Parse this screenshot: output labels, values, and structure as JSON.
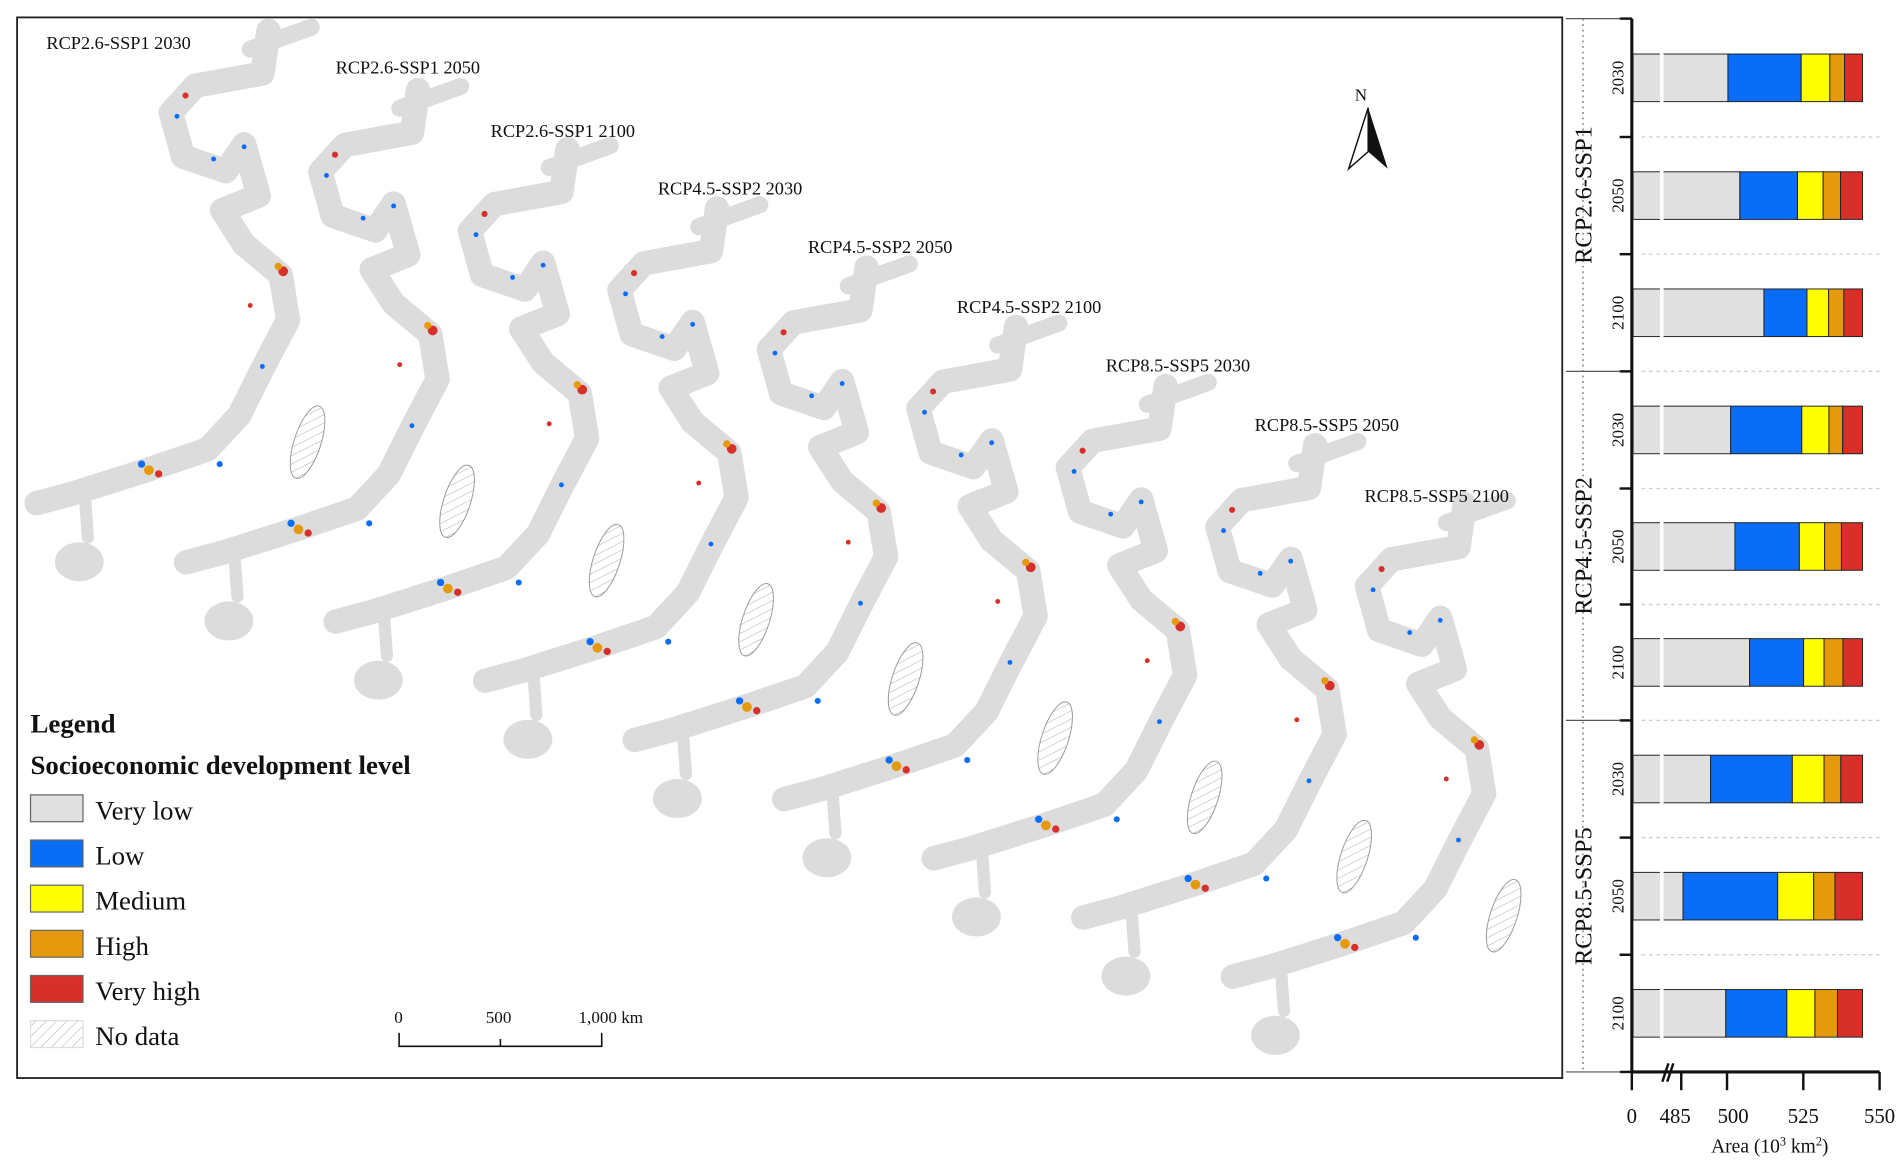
{
  "colors": {
    "very_low": "#e0e0e0",
    "low": "#0a6df7",
    "medium": "#ffff00",
    "high": "#e6990a",
    "very_high": "#d7302a"
  },
  "maps": {
    "labels": [
      "RCP2.6-SSP1 2030",
      "RCP2.6-SSP1 2050",
      "RCP2.6-SSP1 2100",
      "RCP4.5-SSP2 2030",
      "RCP4.5-SSP2 2050",
      "RCP4.5-SSP2 2100",
      "RCP8.5-SSP5 2030",
      "RCP8.5-SSP5 2050",
      "RCP8.5-SSP5 2100"
    ],
    "north": "N",
    "scalebar": {
      "t0": "0",
      "t1": "500",
      "t2": "1,000 km"
    }
  },
  "legend": {
    "title": "Legend",
    "subtitle": "Socioeconomic development level",
    "items": [
      {
        "label": "Very low",
        "key": "very_low"
      },
      {
        "label": "Low",
        "key": "low"
      },
      {
        "label": "Medium",
        "key": "medium"
      },
      {
        "label": "High",
        "key": "high"
      },
      {
        "label": "Very high",
        "key": "very_high"
      },
      {
        "label": "No data",
        "key": "none"
      }
    ]
  },
  "chart_data": {
    "type": "bar",
    "orientation": "horizontal-stacked",
    "xlabel": "Area (10³ km²)",
    "xlabel_main": "Area (10",
    "xlabel_sup1": "3",
    "xlabel_mid": " km",
    "xlabel_sup2": "2",
    "xlabel_end": ")",
    "xticks": [
      "0",
      "485",
      "500",
      "525",
      "550"
    ],
    "xlim": [
      0,
      550
    ],
    "axis_break": [
      0,
      485
    ],
    "series_names": [
      "Very low",
      "Low",
      "Medium",
      "High",
      "Very high"
    ],
    "groups": [
      {
        "name": "RCP2.6-SSP1",
        "rows": [
          {
            "year": "2030",
            "values": [
              500.3,
              24.0,
              9.4,
              4.8,
              5.9
            ]
          },
          {
            "year": "2050",
            "values": [
              504.2,
              18.9,
              8.4,
              5.7,
              7.2
            ]
          },
          {
            "year": "2100",
            "values": [
              512.1,
              14.1,
              7.1,
              5.0,
              6.1
            ]
          }
        ]
      },
      {
        "name": "RCP4.5-SSP2",
        "rows": [
          {
            "year": "2030",
            "values": [
              501.2,
              23.3,
              8.9,
              4.5,
              6.5
            ]
          },
          {
            "year": "2050",
            "values": [
              502.6,
              21.1,
              8.3,
              5.5,
              6.9
            ]
          },
          {
            "year": "2100",
            "values": [
              507.4,
              17.7,
              6.7,
              6.2,
              6.4
            ]
          }
        ]
      },
      {
        "name": "RCP8.5-SSP5",
        "rows": [
          {
            "year": "2030",
            "values": [
              494.6,
              26.8,
              10.4,
              5.5,
              7.1
            ]
          },
          {
            "year": "2050",
            "values": [
              485.6,
              31.0,
              11.8,
              7.0,
              9.0
            ]
          },
          {
            "year": "2100",
            "values": [
              499.6,
              20.0,
              9.2,
              7.4,
              8.2
            ]
          }
        ]
      }
    ]
  }
}
